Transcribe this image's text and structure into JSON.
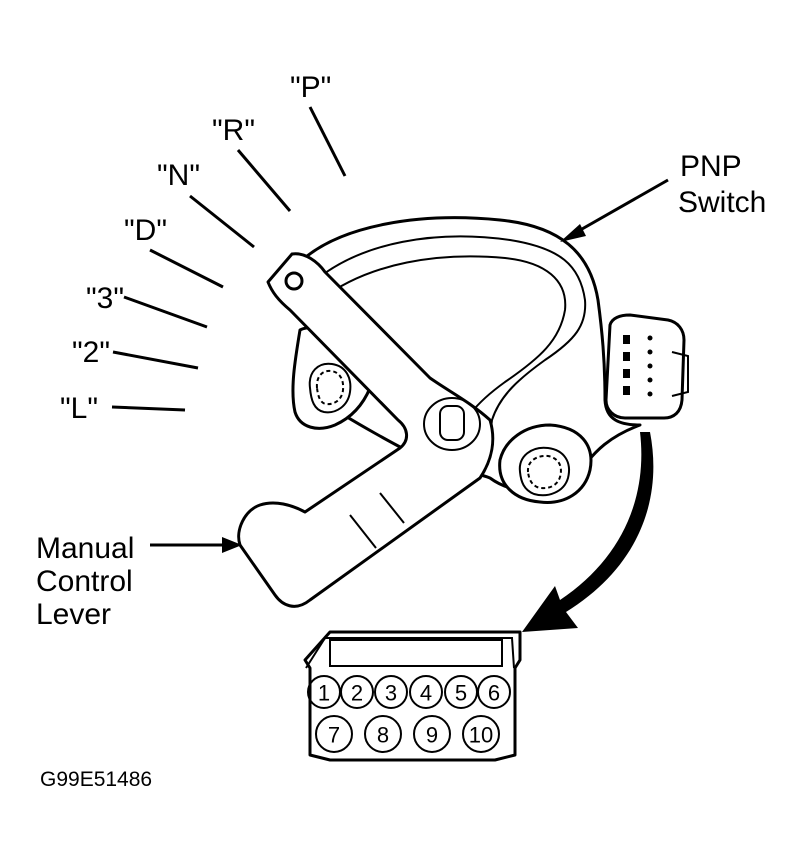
{
  "positions": [
    "\"P\"",
    "\"R\"",
    "\"N\"",
    "\"D\"",
    "\"3\"",
    "\"2\"",
    "\"L\""
  ],
  "pnp_label": {
    "line1": "PNP",
    "line2": "Switch"
  },
  "lever_label": {
    "line1": "Manual",
    "line2": "Control",
    "line3": "Lever"
  },
  "terminals": [
    "1",
    "2",
    "3",
    "4",
    "5",
    "6",
    "7",
    "8",
    "9",
    "10"
  ],
  "figure_code": "G99E51486"
}
